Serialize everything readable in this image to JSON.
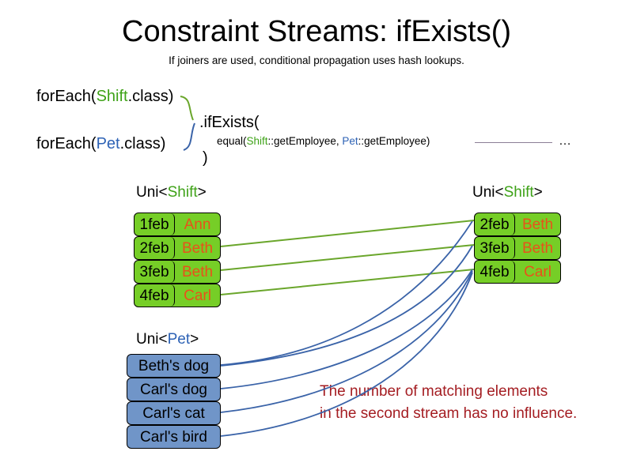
{
  "slide": {
    "title": "Constraint Streams: ifExists()",
    "subtitle": "If joiners are used, conditional propagation uses hash lookups."
  },
  "code": {
    "foreach_shift": {
      "prefix": "forEach(",
      "type": "Shift",
      "suffix": ".class)"
    },
    "foreach_pet": {
      "prefix": "forEach(",
      "type": "Pet",
      "suffix": ".class)"
    },
    "if_exists": ".ifExists(",
    "close_paren": ")",
    "equal": {
      "prefix": "equal(",
      "left_type": "Shift",
      "left_method": "::getEmployee, ",
      "right_type": "Pet",
      "right_method": "::getEmployee)"
    },
    "ellipsis": "…"
  },
  "streams": {
    "left_shift": {
      "label_prefix": "Uni<",
      "label_type": "Shift",
      "label_suffix": ">",
      "rows": [
        {
          "date": "1feb",
          "name": "Ann"
        },
        {
          "date": "2feb",
          "name": "Beth"
        },
        {
          "date": "3feb",
          "name": "Beth"
        },
        {
          "date": "4feb",
          "name": "Carl"
        }
      ]
    },
    "right_shift": {
      "label_prefix": "Uni<",
      "label_type": "Shift",
      "label_suffix": ">",
      "rows": [
        {
          "date": "2feb",
          "name": "Beth"
        },
        {
          "date": "3feb",
          "name": "Beth"
        },
        {
          "date": "4feb",
          "name": "Carl"
        }
      ]
    },
    "left_pet": {
      "label_prefix": "Uni<",
      "label_type": "Pet",
      "label_suffix": ">",
      "rows": [
        {
          "name": "Beth's dog"
        },
        {
          "name": "Carl's dog"
        },
        {
          "name": "Carl's cat"
        },
        {
          "name": "Carl's bird"
        }
      ]
    }
  },
  "annotation": {
    "line1": "The number of matching elements",
    "line2": "in the second stream has no influence."
  },
  "colors": {
    "shift_green": "#76ce27",
    "shift_type_text": "#3ea217",
    "pet_blue": "#7095c8",
    "pet_type_text": "#2d62b5",
    "name_orange": "#e8521a",
    "annotation_red": "#a41d22",
    "wire_green": "#6aa62b",
    "wire_blue": "#3a63a8",
    "rule_purple": "#8b7f96"
  }
}
